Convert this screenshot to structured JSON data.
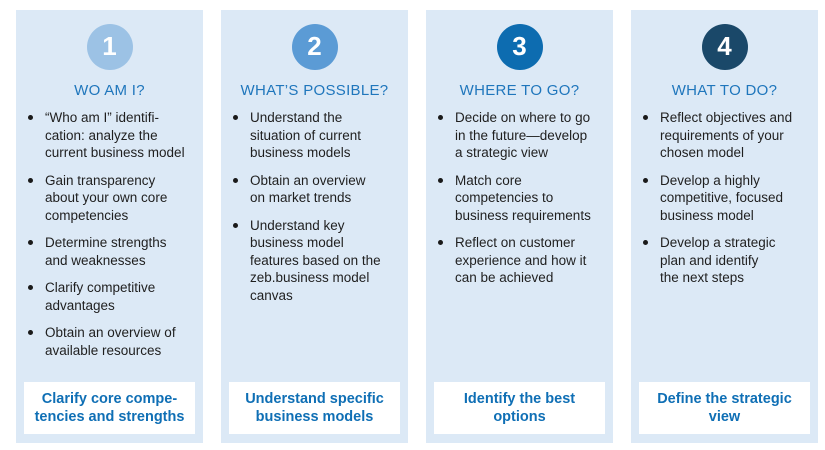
{
  "colors": {
    "page_bg": "#FFFFFF",
    "panel_bg": "#DCE9F6",
    "heading_text": "#1F76BC",
    "body_text": "#1F1F1F",
    "footer_bg": "#FFFFFF",
    "footer_text": "#0F6FB5",
    "circle_number_text": "#FFFFFF"
  },
  "diagram": {
    "columns": [
      {
        "number": "1",
        "circle_color": "#9CC2E5",
        "heading": "WO AM I?",
        "bullets": [
          "“Who am I” identifi-\ncation: analyze the\ncurrent business model",
          "Gain transparency\nabout your own core\ncompetencies",
          "Determine strengths\nand weaknesses",
          "Clarify competitive\nadvantages",
          "Obtain an overview of\navailable resources"
        ],
        "footer": "Clarify core compe-\ntencies and strengths"
      },
      {
        "number": "2",
        "circle_color": "#5B9BD5",
        "heading": "WHAT’S POSSIBLE?",
        "bullets": [
          "Understand the\nsituation of current\nbusiness models",
          "Obtain an overview\non market trends",
          "Understand key\nbusiness model\nfeatures based on the\nzeb.business model\ncanvas"
        ],
        "footer": "Understand specific\nbusiness models"
      },
      {
        "number": "3",
        "circle_color": "#0D6CB0",
        "heading": "WHERE TO GO?",
        "bullets": [
          "Decide on where to go\nin the future—develop\na strategic view",
          "Match core\ncompetencies to\nbusiness requirements",
          "Reflect on customer\nexperience and how it\ncan be achieved"
        ],
        "footer": "Identify the best\noptions"
      },
      {
        "number": "4",
        "circle_color": "#1A4869",
        "heading": "WHAT TO DO?",
        "bullets": [
          "Reflect objectives and\nrequirements of your\nchosen model",
          "Develop a highly\ncompetitive, focused\nbusiness model",
          "Develop a strategic\nplan and identify\nthe next steps"
        ],
        "footer": "Define the strategic\nview"
      }
    ]
  }
}
